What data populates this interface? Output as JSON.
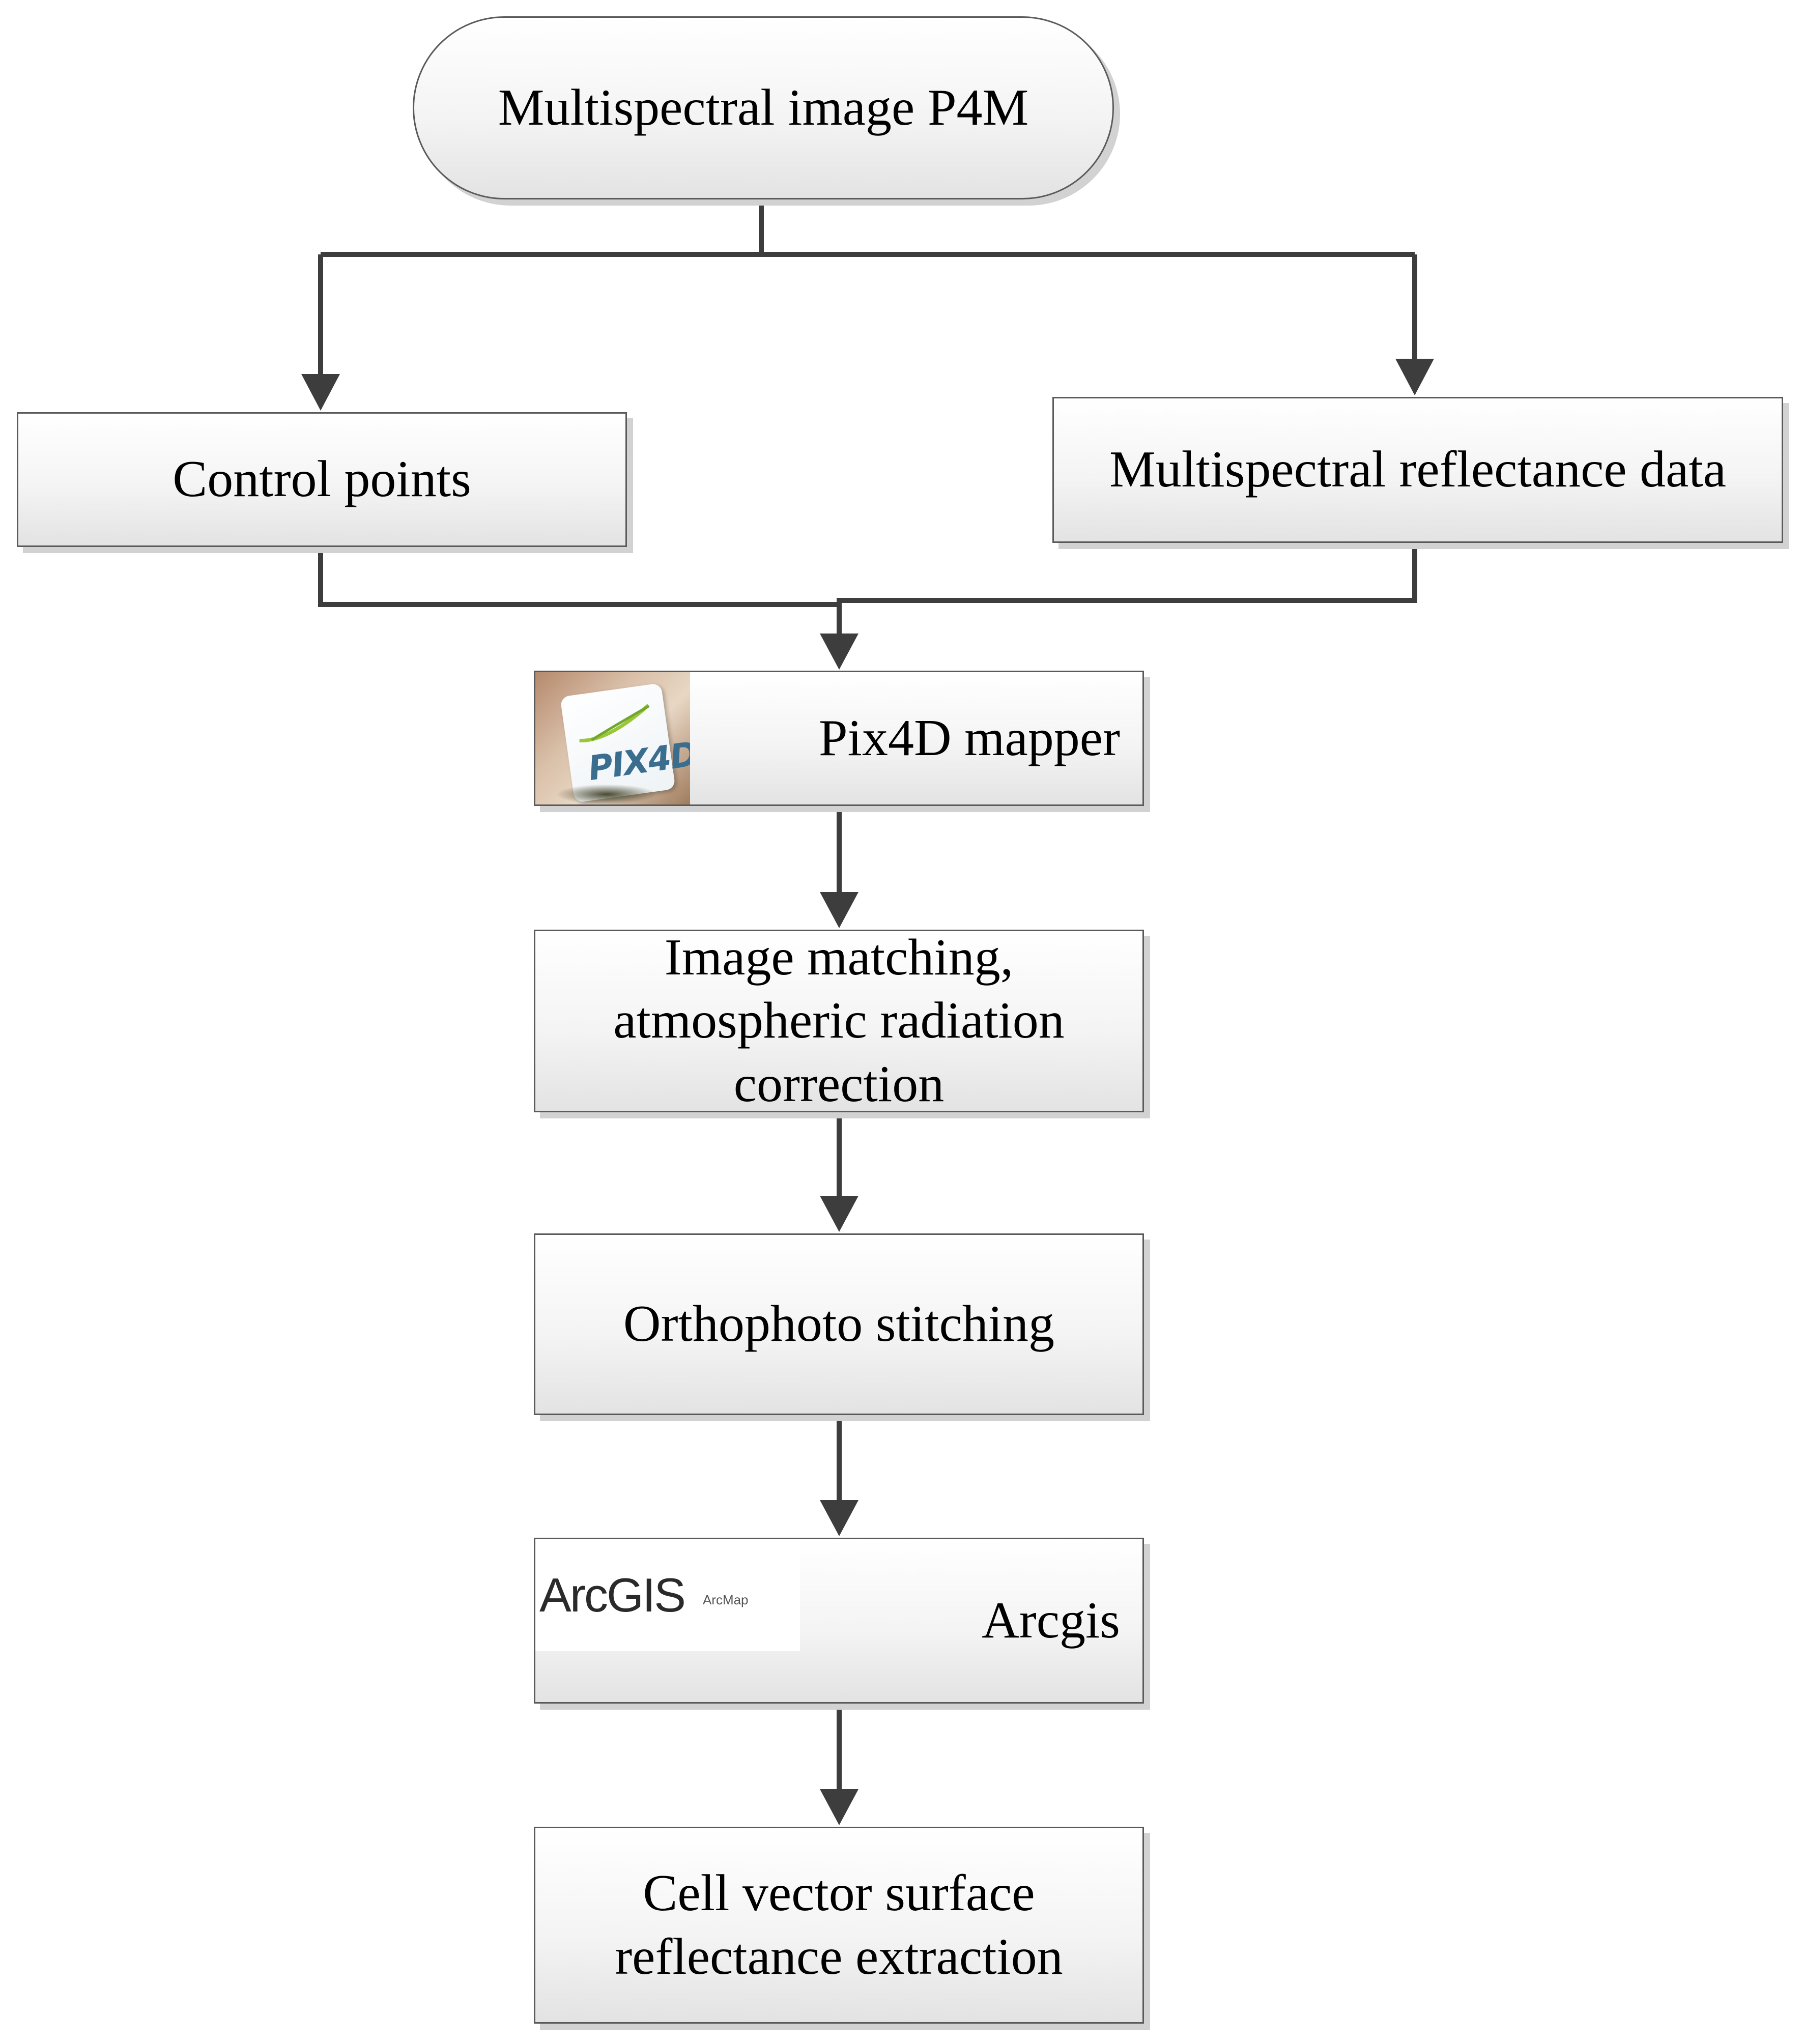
{
  "colors": {
    "edge": "#3d3d3d",
    "border": "#5a5a5a",
    "shadow": "#d2d2d2"
  },
  "nodes": {
    "start": {
      "label": "Multispectral image P4M"
    },
    "control_points": {
      "label": "Control points"
    },
    "reflectance": {
      "label": "Multispectral reflectance data"
    },
    "pix4d": {
      "label": "Pix4D mapper",
      "logo_text": "PIX4D"
    },
    "matching": {
      "label": "Image matching, atmospheric radiation correction"
    },
    "orthophoto": {
      "label": "Orthophoto stitching"
    },
    "arcgis": {
      "label": "Arcgis",
      "logo_text": "ArcGIS",
      "logo_sub": "ArcMap"
    },
    "extraction": {
      "label": "Cell vector surface reflectance extraction"
    }
  }
}
